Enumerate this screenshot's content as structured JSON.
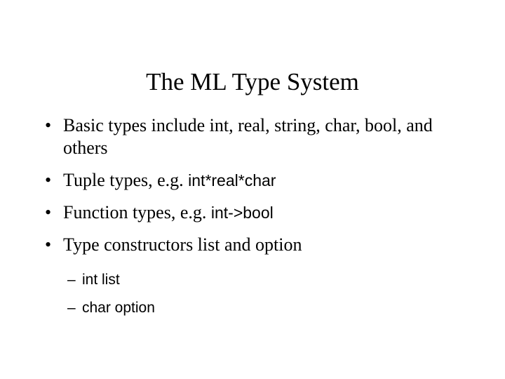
{
  "slide": {
    "title": "The ML Type System",
    "background_color": "#ffffff",
    "text_color": "#000000",
    "bullet_marker": "•",
    "sub_bullet_marker": "–",
    "bullets": [
      {
        "lead": "Basic types include int, real, string, char, bool, and others",
        "code": ""
      },
      {
        "lead": "Tuple types, e.g. ",
        "code": "int*real*char"
      },
      {
        "lead": "Function types, e.g. ",
        "code": "int->bool"
      },
      {
        "lead": "Type constructors list and option",
        "code": ""
      }
    ],
    "sub_bullets": [
      {
        "text": "int list"
      },
      {
        "text": "char option"
      }
    ]
  }
}
